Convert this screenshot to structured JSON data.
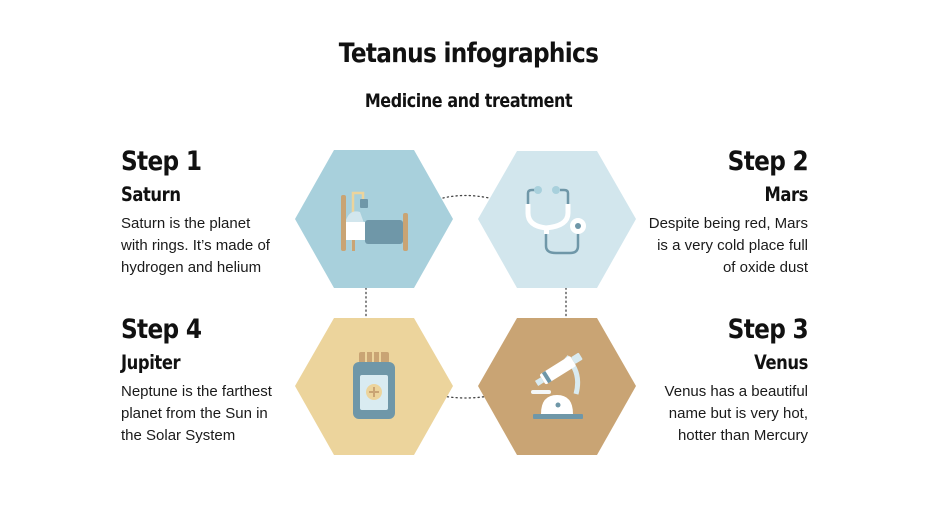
{
  "header": {
    "title": "Tetanus infographics",
    "subtitle": "Medicine and treatment"
  },
  "steps": [
    {
      "step": "Step 1",
      "planet": "Saturn",
      "description": [
        "Saturn is the planet",
        "with rings. It’s made of",
        "hydrogen and helium"
      ],
      "icon": "hospital-bed-icon",
      "hex_color": "#a8d0dc"
    },
    {
      "step": "Step 2",
      "planet": "Mars",
      "description": [
        "Despite being red, Mars",
        "is a very cold place full",
        "of oxide dust"
      ],
      "icon": "stethoscope-icon",
      "hex_color": "#d2e6ed"
    },
    {
      "step": "Step 3",
      "planet": "Venus",
      "description": [
        "Venus has a beautiful",
        "name but is very hot,",
        "hotter than Mercury"
      ],
      "icon": "microscope-icon",
      "hex_color": "#c9a474"
    },
    {
      "step": "Step 4",
      "planet": "Jupiter",
      "description": [
        "Neptune is the farthest",
        "planet from the Sun in",
        "the Solar System"
      ],
      "icon": "medicine-bottle-icon",
      "hex_color": "#ecd49c"
    }
  ],
  "colors": {
    "icon_dark_blue": "#6f97a8",
    "icon_tan": "#c9a474",
    "icon_light": "#d9ebf1",
    "icon_white": "#ffffff",
    "connector": "#444444"
  }
}
